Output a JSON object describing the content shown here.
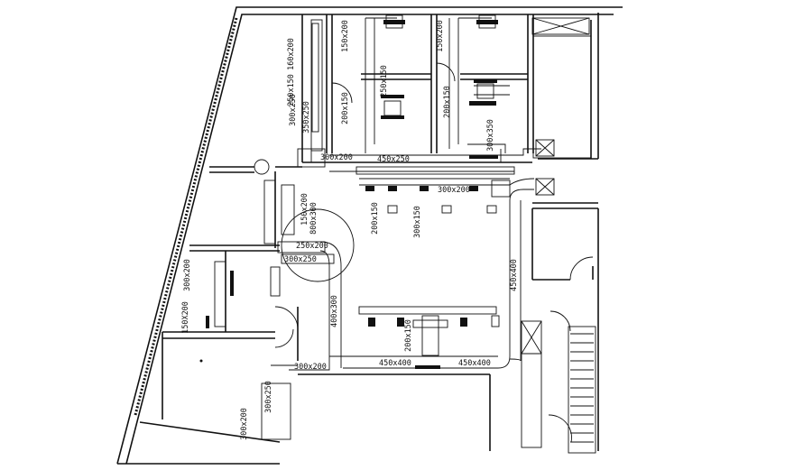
{
  "duct_labels": [
    {
      "id": "duct-160x200-top",
      "text": "160x200"
    },
    {
      "id": "duct-250x150",
      "text": "250x150"
    },
    {
      "id": "duct-300x250",
      "text": "300x250"
    },
    {
      "id": "duct-350x250",
      "text": "350x250"
    },
    {
      "id": "duct-150x200-a",
      "text": "150x200"
    },
    {
      "id": "duct-150x200-b",
      "text": "150x200"
    },
    {
      "id": "duct-250x150-mid",
      "text": "250x150"
    },
    {
      "id": "duct-200x150-a",
      "text": "200x150"
    },
    {
      "id": "duct-200x150-b",
      "text": "200x150"
    },
    {
      "id": "duct-300x350",
      "text": "300x350"
    },
    {
      "id": "duct-300x200-h",
      "text": "300x200"
    },
    {
      "id": "duct-450x250",
      "text": "450x250"
    },
    {
      "id": "duct-300x200-mid",
      "text": "300x200"
    },
    {
      "id": "duct-200x150-c",
      "text": "200x150"
    },
    {
      "id": "duct-300x150",
      "text": "300x150"
    },
    {
      "id": "duct-150x200-c",
      "text": "150x200"
    },
    {
      "id": "duct-800x300",
      "text": "800x300"
    },
    {
      "id": "duct-250x200",
      "text": "250x200"
    },
    {
      "id": "duct-300x250-b",
      "text": "300x250"
    },
    {
      "id": "duct-300x200-left",
      "text": "300x200"
    },
    {
      "id": "duct-150x200-left",
      "text": "150X200"
    },
    {
      "id": "duct-450x400-v",
      "text": "450x400"
    },
    {
      "id": "duct-400x300",
      "text": "400x300"
    },
    {
      "id": "duct-200x150-d",
      "text": "200x150"
    },
    {
      "id": "duct-300x200-low",
      "text": "300x200"
    },
    {
      "id": "duct-450x400-a",
      "text": "450x400"
    },
    {
      "id": "duct-450x400-b",
      "text": "450x400"
    },
    {
      "id": "duct-300x200-bl",
      "text": "300x200"
    },
    {
      "id": "duct-300x250-bl",
      "text": "300x250"
    }
  ]
}
